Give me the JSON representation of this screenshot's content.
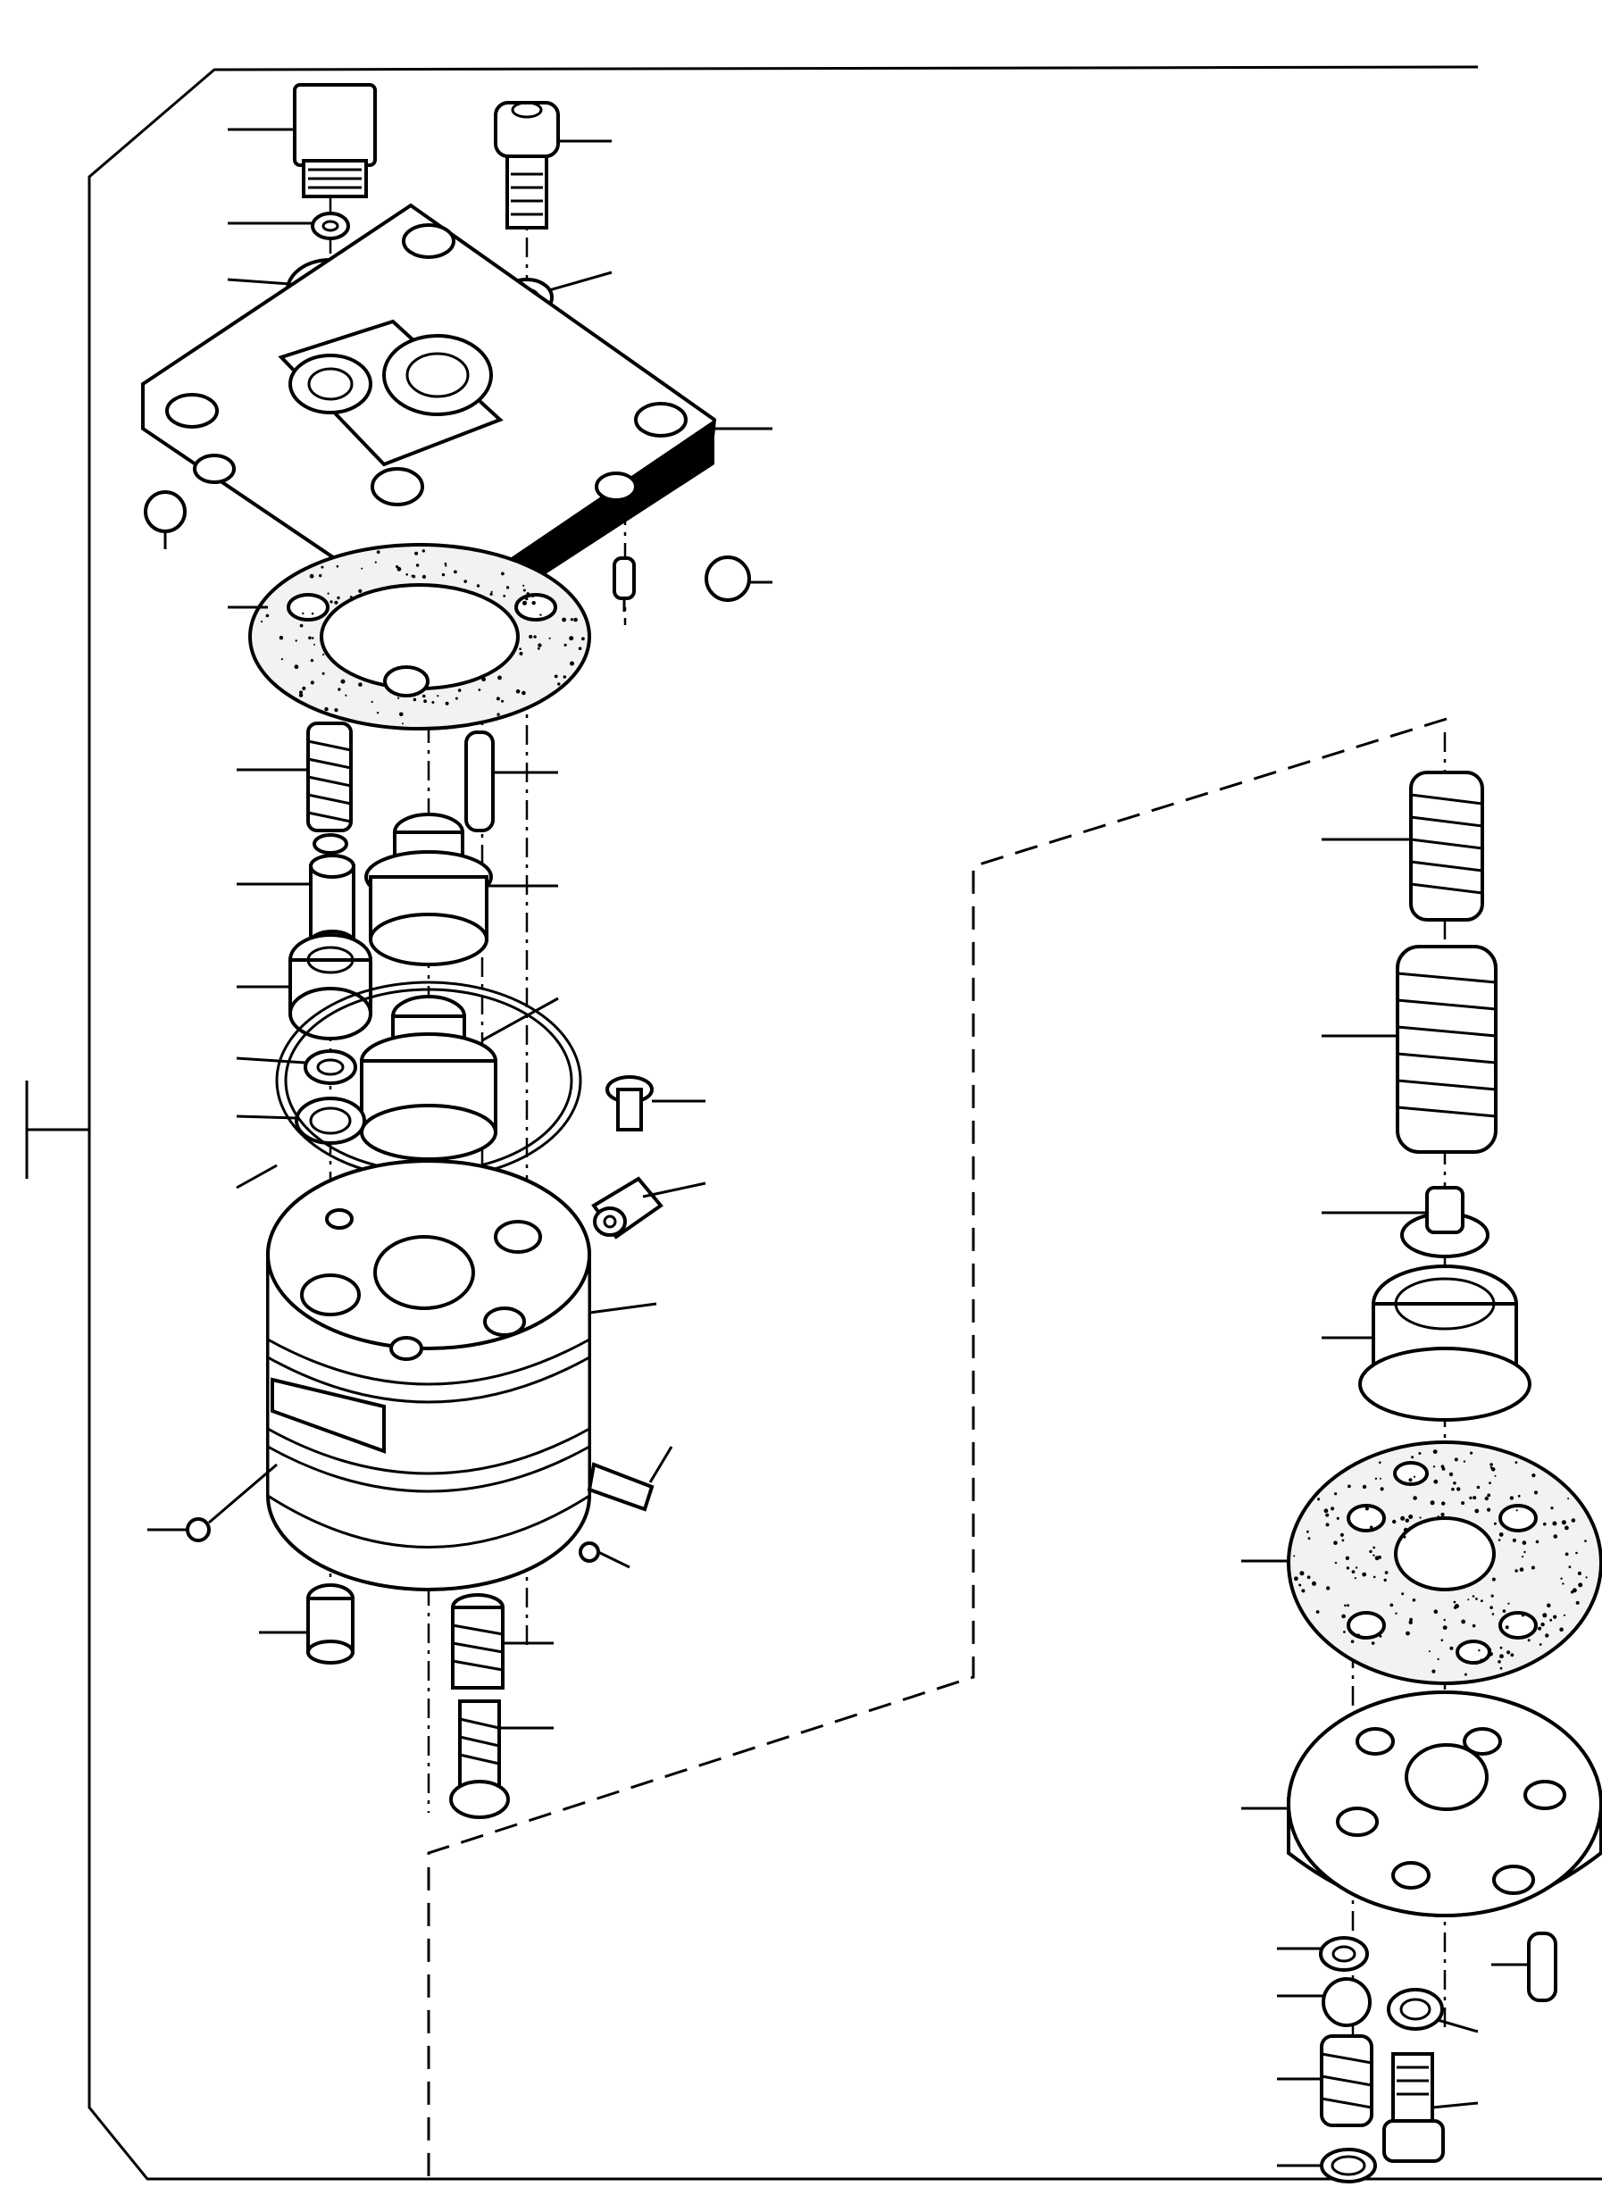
{
  "figure": {
    "kind": "exploded-parts-view",
    "description_hidden": "",
    "ink_color": "#000000",
    "paper_color": "#ffffff"
  },
  "assemblies": [
    {
      "id": "main",
      "parts": [
        "plug",
        "cap-screw",
        "small-washer",
        "seal-ring",
        "washer",
        "cover-plate",
        "ball-left",
        "ball-right",
        "pin",
        "gasket",
        "spring",
        "roll-pin",
        "valve-piston",
        "plunger-tip",
        "ring-spacer",
        "small-ring",
        "o-ring",
        "large-o-ring",
        "set-screw",
        "sleeve",
        "pump-body",
        "dowel",
        "ball-lower-left",
        "ball-lower-right",
        "nozzle",
        "plug-spring",
        "spring-screw"
      ]
    },
    {
      "id": "detail",
      "parts": [
        "outer-spring",
        "inner-spring",
        "spring-seat",
        "valve-seat-sleeve",
        "detail-gasket",
        "port-plate",
        "washer-a",
        "ball",
        "ring",
        "pin",
        "spring-b",
        "screw",
        "circlip"
      ]
    }
  ],
  "icons": {
    "index_mark": "t-bracket-icon"
  }
}
